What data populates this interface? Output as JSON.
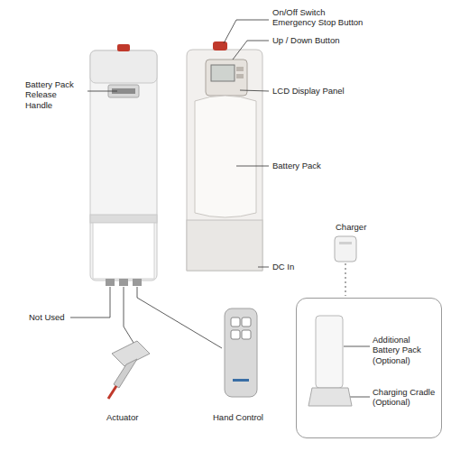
{
  "diagram": {
    "nodes": [
      {
        "text": [
          "Additional Battery Pack (Optional)",
          "Charging Cradle (Optional)"
        ]
      }
    ],
    "labels": [
      "Battery Pack Release Handle",
      "On/Off Switch Emergency Stop Button",
      "Up / Down Button",
      "LCD Display Panel",
      "Battery Pack",
      "Charger",
      "DC In",
      "Not Used",
      "Actuator",
      "Hand Control"
    ]
  }
}
